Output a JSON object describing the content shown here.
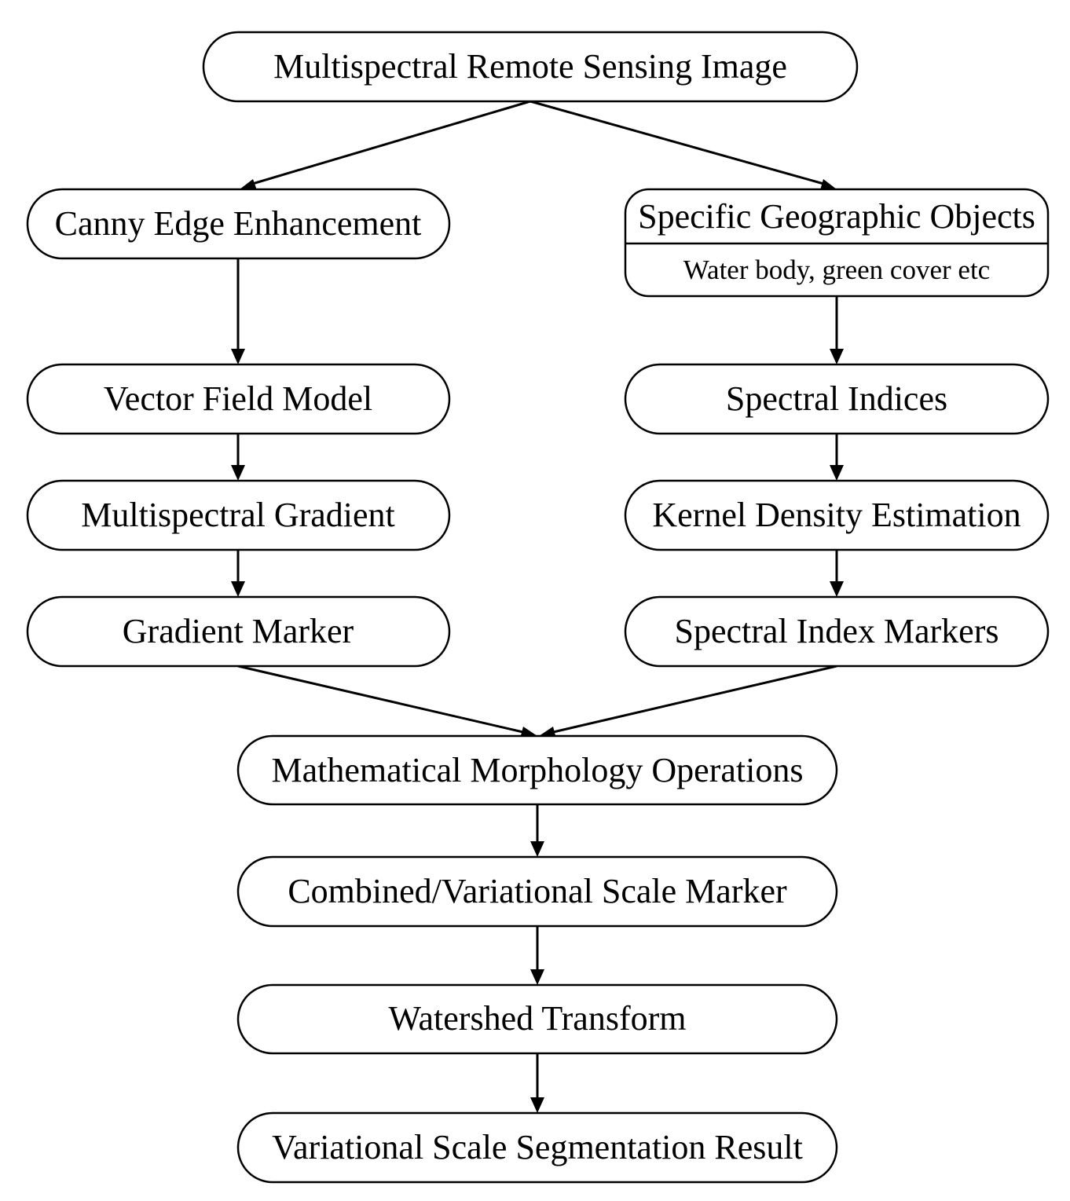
{
  "nodes": {
    "input": "Multispectral Remote Sensing Image",
    "canny": "Canny Edge Enhancement",
    "geo_title": "Specific Geographic Objects",
    "geo_sub": "Water body, green cover etc",
    "vector": "Vector Field Model",
    "spectral_indices": "Spectral Indices",
    "ms_gradient": "Multispectral Gradient",
    "kde": "Kernel Density Estimation",
    "gradient_marker": "Gradient Marker",
    "index_markers": "Spectral Index Markers",
    "morphology": "Mathematical Morphology Operations",
    "combined": "Combined/Variational Scale Marker",
    "watershed": "Watershed Transform",
    "result": "Variational Scale Segmentation Result"
  },
  "edges": [
    [
      "input",
      "canny"
    ],
    [
      "input",
      "geo"
    ],
    [
      "canny",
      "vector"
    ],
    [
      "vector",
      "ms_gradient"
    ],
    [
      "ms_gradient",
      "gradient_marker"
    ],
    [
      "geo",
      "spectral_indices"
    ],
    [
      "spectral_indices",
      "kde"
    ],
    [
      "kde",
      "index_markers"
    ],
    [
      "gradient_marker",
      "morphology"
    ],
    [
      "index_markers",
      "morphology"
    ],
    [
      "morphology",
      "combined"
    ],
    [
      "combined",
      "watershed"
    ],
    [
      "watershed",
      "result"
    ]
  ],
  "colors": {
    "stroke": "#000000",
    "fill": "#ffffff"
  }
}
